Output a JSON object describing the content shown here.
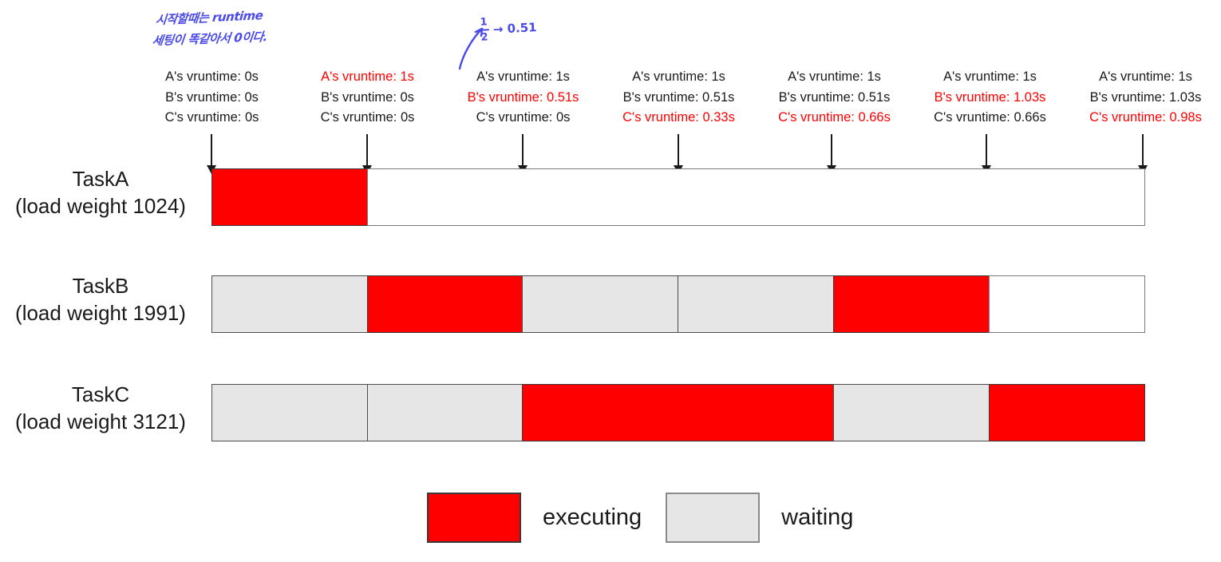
{
  "annotations": {
    "handwritten_line1": "시작할때는 runtime",
    "handwritten_line2": "세팅이 똑같아서 0이다.",
    "fraction_numerator": "1",
    "fraction_denominator": "2",
    "fraction_arrow": "→",
    "fraction_result": "0.51"
  },
  "timeline": {
    "columns": [
      {
        "index": 1,
        "lines": [
          {
            "text": "A's vruntime: 0s",
            "highlight": false
          },
          {
            "text": "B's vruntime: 0s",
            "highlight": false
          },
          {
            "text": "C's vruntime: 0s",
            "highlight": false
          }
        ]
      },
      {
        "index": 2,
        "lines": [
          {
            "text": "A's vruntime: 1s",
            "highlight": true
          },
          {
            "text": "B's vruntime: 0s",
            "highlight": false
          },
          {
            "text": "C's vruntime: 0s",
            "highlight": false
          }
        ]
      },
      {
        "index": 3,
        "lines": [
          {
            "text": "A's vruntime: 1s",
            "highlight": false
          },
          {
            "text": "B's vruntime: 0.51s",
            "highlight": true
          },
          {
            "text": "C's vruntime: 0s",
            "highlight": false
          }
        ]
      },
      {
        "index": 4,
        "lines": [
          {
            "text": "A's vruntime: 1s",
            "highlight": false
          },
          {
            "text": "B's vruntime: 0.51s",
            "highlight": false
          },
          {
            "text": "C's vruntime: 0.33s",
            "highlight": true
          }
        ]
      },
      {
        "index": 5,
        "lines": [
          {
            "text": "A's vruntime: 1s",
            "highlight": false
          },
          {
            "text": "B's vruntime: 0.51s",
            "highlight": false
          },
          {
            "text": "C's vruntime: 0.66s",
            "highlight": true
          }
        ]
      },
      {
        "index": 6,
        "lines": [
          {
            "text": "A's vruntime: 1s",
            "highlight": false
          },
          {
            "text": "B's vruntime: 1.03s",
            "highlight": true
          },
          {
            "text": "C's vruntime: 0.66s",
            "highlight": false
          }
        ]
      },
      {
        "index": 7,
        "lines": [
          {
            "text": "A's vruntime: 1s",
            "highlight": false
          },
          {
            "text": "B's vruntime: 1.03s",
            "highlight": false
          },
          {
            "text": "C's vruntime: 0.98s",
            "highlight": true
          }
        ]
      }
    ],
    "tick_count": 7
  },
  "tasks": [
    {
      "id": "a",
      "name": "TaskA",
      "weight_label": "(load weight 1024)",
      "segments": [
        {
          "state": "executing",
          "slots": 1
        },
        {
          "state": "idle",
          "slots": 5
        }
      ]
    },
    {
      "id": "b",
      "name": "TaskB",
      "weight_label": "(load weight 1991)",
      "segments": [
        {
          "state": "waiting",
          "slots": 1
        },
        {
          "state": "executing",
          "slots": 1
        },
        {
          "state": "waiting",
          "slots": 1
        },
        {
          "state": "waiting",
          "slots": 1
        },
        {
          "state": "executing",
          "slots": 1
        },
        {
          "state": "idle",
          "slots": 1
        }
      ]
    },
    {
      "id": "c",
      "name": "TaskC",
      "weight_label": "(load weight 3121)",
      "segments": [
        {
          "state": "waiting",
          "slots": 1
        },
        {
          "state": "waiting",
          "slots": 1
        },
        {
          "state": "executing",
          "slots": 2
        },
        {
          "state": "waiting",
          "slots": 1
        },
        {
          "state": "executing",
          "slots": 1
        }
      ]
    }
  ],
  "legend": {
    "executing_label": "executing",
    "waiting_label": "waiting"
  },
  "colors": {
    "executing": "#ff0000",
    "waiting": "#e6e6e6",
    "idle": "#ffffff",
    "highlight_text": "#ff0000",
    "annotation_blue": "#4a4ae8",
    "text": "#1a1a1a"
  }
}
